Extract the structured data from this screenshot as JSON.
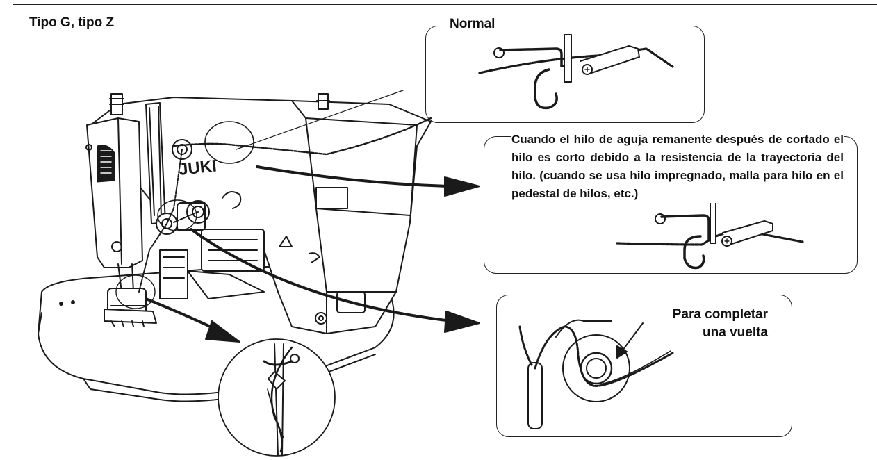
{
  "page_title": "Tipo G, tipo Z",
  "panel_normal": {
    "label": "Normal"
  },
  "panel_short_thread": {
    "description": "Cuando el hilo de aguja remanente después de cortado el hilo es corto debido a la resistencia de la trayectoria del hilo. (cuando se usa hilo impregnado, malla para hilo en el pedestal de hilos, etc.)"
  },
  "panel_turn": {
    "label_line1": "Para completar",
    "label_line2": "una vuelta"
  },
  "machine": {
    "brand_text": "JUKI"
  },
  "colors": {
    "line": "#1a1a1a",
    "background": "#ffffff"
  },
  "icons": [
    "sewing-machine-icon",
    "thread-guide-icon",
    "needle-icon",
    "tension-disc-icon",
    "arrow-icon"
  ]
}
